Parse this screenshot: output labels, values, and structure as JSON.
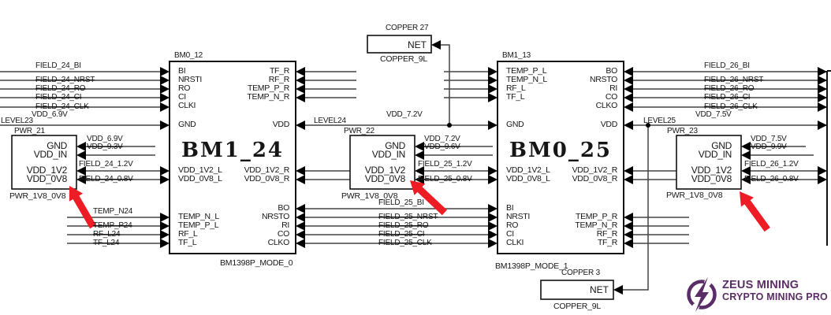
{
  "colors": {
    "wire": "#444444",
    "block_border": "#111111",
    "annotation_red": "#ee1c25",
    "brand_purple": "#5b2d66"
  },
  "rails": {
    "left_level": "LEVEL23",
    "left_vdd": "VDD_6.9V",
    "mid_level": "LEVEL24",
    "mid_vdd": "VDD_7.2V",
    "right_level": "LEVEL25",
    "right_vdd": "VDD_7.5V"
  },
  "field24": [
    "FIELD_24_BI",
    "FIELD_24_NRST",
    "FIELD_24_RO",
    "FIELD_24_CI",
    "FIELD_24_CLK"
  ],
  "field24_struck": [
    false,
    true,
    true,
    true,
    true
  ],
  "field25": [
    "FIELD_25_BI",
    "FIELD_25_NRST",
    "FIELD_25_RO",
    "FIELD_25_CI",
    "FIELD_25_CLK"
  ],
  "field25_struck": [
    false,
    true,
    true,
    true,
    true
  ],
  "field26": [
    "FIELD_26_BI",
    "FIELD_26_NRST",
    "FIELD_26_RO",
    "FIELD_26_CI",
    "FIELD_26_CLK"
  ],
  "field26_struck": [
    false,
    true,
    true,
    true,
    true
  ],
  "temp24": [
    "TEMP_N24",
    "TEMP_P24",
    "RF_L24",
    "TF_L24"
  ],
  "temp24_struck": [
    false,
    true,
    true,
    true
  ],
  "block_left": {
    "designator": "BM0_12",
    "title": "BM1_24",
    "mode": "BM1398P_MODE_0",
    "pins_tl": [
      "BI",
      "NRSTI",
      "RO",
      "CI",
      "CLKI"
    ],
    "pins_tr": [
      "TF_R",
      "RF_R",
      "TEMP_P_R",
      "TEMP_N_R"
    ],
    "pin_gnd": "GND",
    "pin_vdd": "VDD",
    "pins_ml": [
      "VDD_1V2_L",
      "VDD_0V8_L"
    ],
    "pins_mr": [
      "VDD_1V2_R",
      "VDD_0V8_R"
    ],
    "pins_bl": [
      "TEMP_N_L",
      "TEMP_P_L",
      "RF_L",
      "TF_L"
    ],
    "pins_br": [
      "BO",
      "NRSTO",
      "RI",
      "CO",
      "CLKO"
    ]
  },
  "block_right": {
    "designator": "BM1_13",
    "title": "BM0_25",
    "mode": "BM1398P_MODE_1",
    "pins_tl": [
      "TEMP_P_L",
      "TEMP_N_L",
      "RF_L",
      "TF_L"
    ],
    "pins_tr": [
      "BO",
      "NRSTO",
      "RI",
      "CO",
      "CLKO"
    ],
    "pin_gnd": "GND",
    "pin_vdd": "VDD",
    "pins_ml": [
      "VDD_1V2_L",
      "VDD_0V8_L"
    ],
    "pins_mr": [
      "VDD_1V2_R",
      "VDD_0V8_R"
    ],
    "pins_bl": [
      "BI",
      "NRSTI",
      "RO",
      "CI",
      "CLKI"
    ],
    "pins_br": [
      "TEMP_P_R",
      "TEMP_N_R",
      "RF_R",
      "TF_R"
    ]
  },
  "pwr21": {
    "title": "PWR_21",
    "footer": "PWR_1V8_0V8",
    "pins": [
      "GND",
      "VDD_IN",
      "VDD_1V2",
      "VDD_0V8"
    ],
    "labels": [
      "VDD_6.9V",
      "VDD_9.3V",
      "FIELD_24_1.2V",
      "FIELD_24_0.8V"
    ],
    "labels_struck": [
      false,
      true,
      false,
      true
    ]
  },
  "pwr22": {
    "title": "PWR_22",
    "footer": "PWR_1V8_0V8",
    "pins": [
      "GND",
      "VDD_IN",
      "VDD_1V2",
      "VDD_0V8"
    ],
    "labels": [
      "VDD_7.2V",
      "VDD_9.6V",
      "FIELD_25_1.2V",
      "FIELD_25_0.8V"
    ],
    "labels_struck": [
      false,
      true,
      false,
      true
    ]
  },
  "pwr23": {
    "title": "PWR_23",
    "footer": "PWR_1V8_0V8",
    "pins": [
      "GND",
      "VDD_IN",
      "VDD_1V2",
      "VDD_0V8"
    ],
    "labels": [
      "VDD_7.5V",
      "VDD_9.9V",
      "FIELD_26_1.2V",
      "FIELD_26_0.8V"
    ],
    "labels_struck": [
      false,
      true,
      false,
      true
    ]
  },
  "copper27": {
    "title": "COPPER 27",
    "net": "NET",
    "footer": "COPPER_9L"
  },
  "copper3": {
    "title": "COPPER 3",
    "net": "NET",
    "footer": "COPPER_9L"
  },
  "logo": {
    "line1": "ZEUS MINING",
    "line2": "CRYPTO MINING PRO"
  }
}
